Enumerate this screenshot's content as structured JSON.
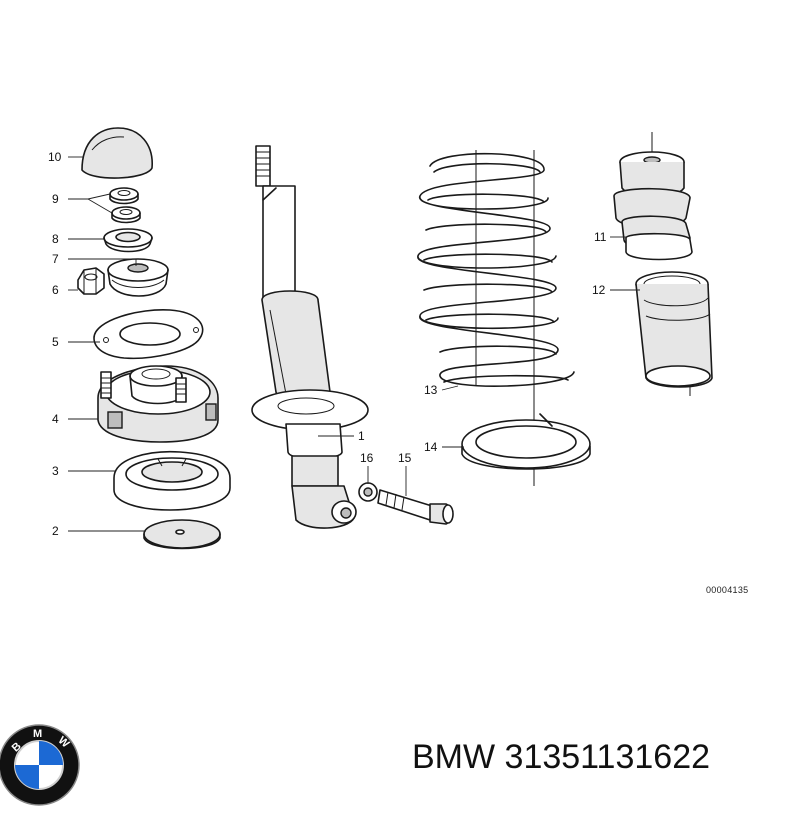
{
  "callouts": [
    "1",
    "2",
    "3",
    "4",
    "5",
    "6",
    "7",
    "8",
    "9",
    "10",
    "11",
    "12",
    "13",
    "14",
    "15",
    "16"
  ],
  "reference_code": "00004135",
  "brand": {
    "logo_letters": [
      "B",
      "M",
      "W"
    ],
    "caption": "BMW 31351131622"
  },
  "colors": {
    "ink": "#1a1a1a",
    "logo_blue": "#1c69d4",
    "logo_ring": "#111111"
  }
}
